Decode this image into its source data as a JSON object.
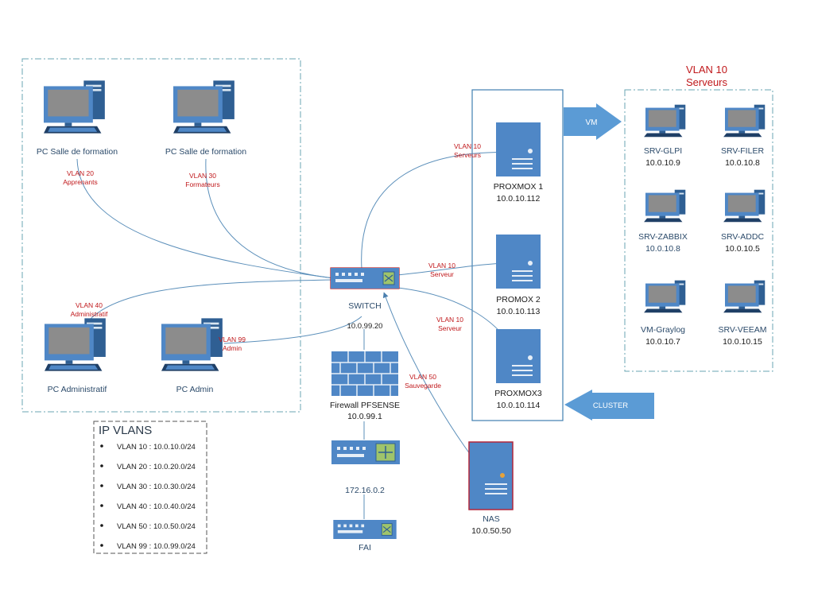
{
  "colors": {
    "device_blue": "#4f87c6",
    "device_dark": "#2f5f93",
    "screen_gray": "#8c8c8c",
    "link_line": "#5b8fba",
    "vlan_label": "#c0181b",
    "zone_border": "#6aa5b3",
    "arrow_fill": "#5b9bd5",
    "nas_border": "#b2263a"
  },
  "lan_zone": {
    "pcs": [
      {
        "name": "PC Salle de formation",
        "vlan": "VLAN 20",
        "vlan_desc": "Apprenants",
        "icon": "desktop-computer-icon"
      },
      {
        "name": "PC Salle de formation",
        "vlan": "VLAN 30",
        "vlan_desc": "Formateurs",
        "icon": "desktop-computer-icon"
      },
      {
        "name": "PC Administratif",
        "vlan": "VLAN 40",
        "vlan_desc": "Administratif",
        "icon": "desktop-computer-icon"
      },
      {
        "name": "PC Admin",
        "vlan": "VLAN 99",
        "vlan_desc": "Admin",
        "icon": "desktop-computer-icon"
      }
    ]
  },
  "switch": {
    "label": "SWITCH",
    "ip": "10.0.99.20",
    "icon": "network-switch-icon"
  },
  "firewall": {
    "label": "Firewall PFSENSE",
    "ip": "10.0.99.1",
    "icon": "brick-firewall-icon"
  },
  "router": {
    "ip": "172.16.0.2",
    "icon": "router-icon"
  },
  "fai": {
    "label": "FAI",
    "icon": "network-switch-icon"
  },
  "cluster_nodes": [
    {
      "name": "PROXMOX 1",
      "ip": "10.0.10.112",
      "vlan": "VLAN 10",
      "vlan_desc": "Serveurs",
      "icon": "server-tower-icon"
    },
    {
      "name": "PROMOX 2",
      "ip": "10.0.10.113",
      "vlan": "VLAN 10",
      "vlan_desc": "Serveur",
      "icon": "server-tower-icon"
    },
    {
      "name": "PROXMOX3",
      "ip": "10.0.10.114",
      "vlan": "VLAN 10",
      "vlan_desc": "Serveur",
      "icon": "server-tower-icon"
    }
  ],
  "nas": {
    "name": "NAS",
    "ip": "10.0.50.50",
    "vlan": "VLAN 50",
    "vlan_desc": "Sauvegarde",
    "icon": "server-tower-icon"
  },
  "vm_arrow": {
    "label": "VM",
    "icon": "arrow-right-icon"
  },
  "cluster_arrow": {
    "label": "CLUSTER",
    "icon": "arrow-left-icon"
  },
  "vlan10_zone": {
    "title": "VLAN 10",
    "subtitle": "Serveurs",
    "servers": [
      {
        "name": "SRV-GLPI",
        "ip": "10.0.10.9"
      },
      {
        "name": "SRV-FILER",
        "ip": "10.0.10.8"
      },
      {
        "name": "SRV-ZABBIX",
        "ip": "10.0.10.8"
      },
      {
        "name": "SRV-ADDC",
        "ip": "10.0.10.5"
      },
      {
        "name": "VM-Graylog",
        "ip": "10.0.10.7"
      },
      {
        "name": "SRV-VEEAM",
        "ip": "10.0.10.15"
      }
    ]
  },
  "legend": {
    "title": "IP VLANS",
    "items": [
      "VLAN 10 : 10.0.10.0/24",
      "VLAN 20 : 10.0.20.0/24",
      "VLAN 30 : 10.0.30.0/24",
      "VLAN 40 : 10.0.40.0/24",
      "VLAN 50 : 10.0.50.0/24",
      "VLAN 99 : 10.0.99.0/24"
    ]
  }
}
